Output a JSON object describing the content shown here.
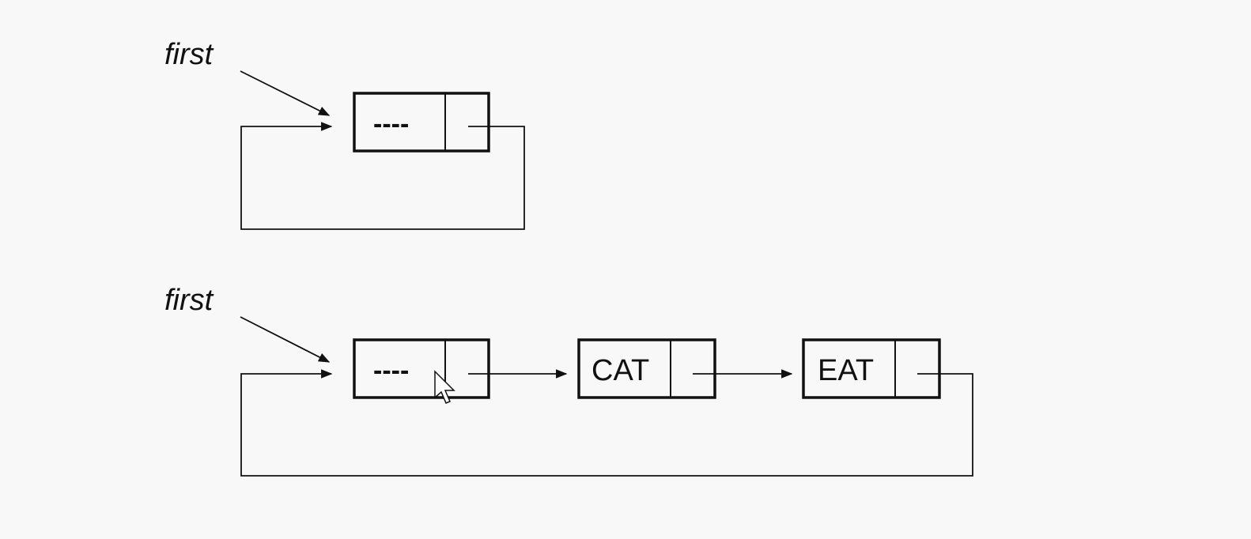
{
  "diagrams": [
    {
      "pointer_label": "first",
      "nodes": [
        {
          "data": "----"
        }
      ]
    },
    {
      "pointer_label": "first",
      "nodes": [
        {
          "data": "----"
        },
        {
          "data": "CAT"
        },
        {
          "data": "EAT"
        }
      ]
    }
  ]
}
